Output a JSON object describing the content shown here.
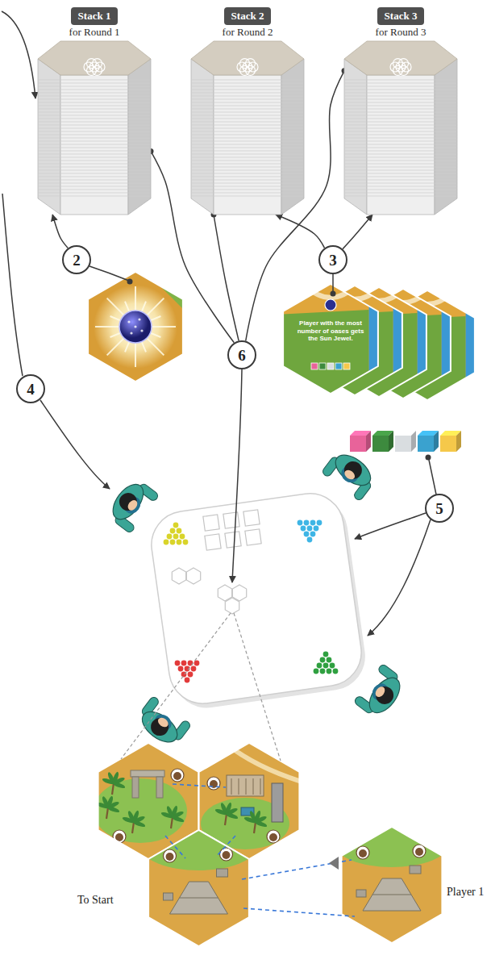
{
  "diagram": {
    "nodes": [
      {
        "text": [
          "Stack 1",
          "for Round 1"
        ]
      },
      {
        "text": [
          "Stack 2",
          "for Round 2"
        ]
      },
      {
        "text": [
          "Stack 3",
          "for Round 3"
        ]
      },
      {
        "text": [
          "2"
        ]
      },
      {
        "text": [
          "3"
        ]
      },
      {
        "text": [
          "4"
        ]
      },
      {
        "text": [
          "5"
        ]
      },
      {
        "text": [
          "6"
        ]
      }
    ],
    "edges": [
      {
        "from": 3,
        "to": 0,
        "arrow": "to"
      },
      {
        "from": 4,
        "to": 1,
        "arrow": "to"
      },
      {
        "from": 4,
        "to": 2,
        "arrow": "to"
      },
      {
        "from": 7,
        "to": 0,
        "arrow": "none"
      },
      {
        "from": 7,
        "to": 1,
        "arrow": "none"
      },
      {
        "from": 7,
        "to": 2,
        "arrow": "none"
      }
    ],
    "labels": [
      "Player with the most number of oases gets the Sun Jewel.",
      "To Start",
      "Player 1"
    ]
  }
}
